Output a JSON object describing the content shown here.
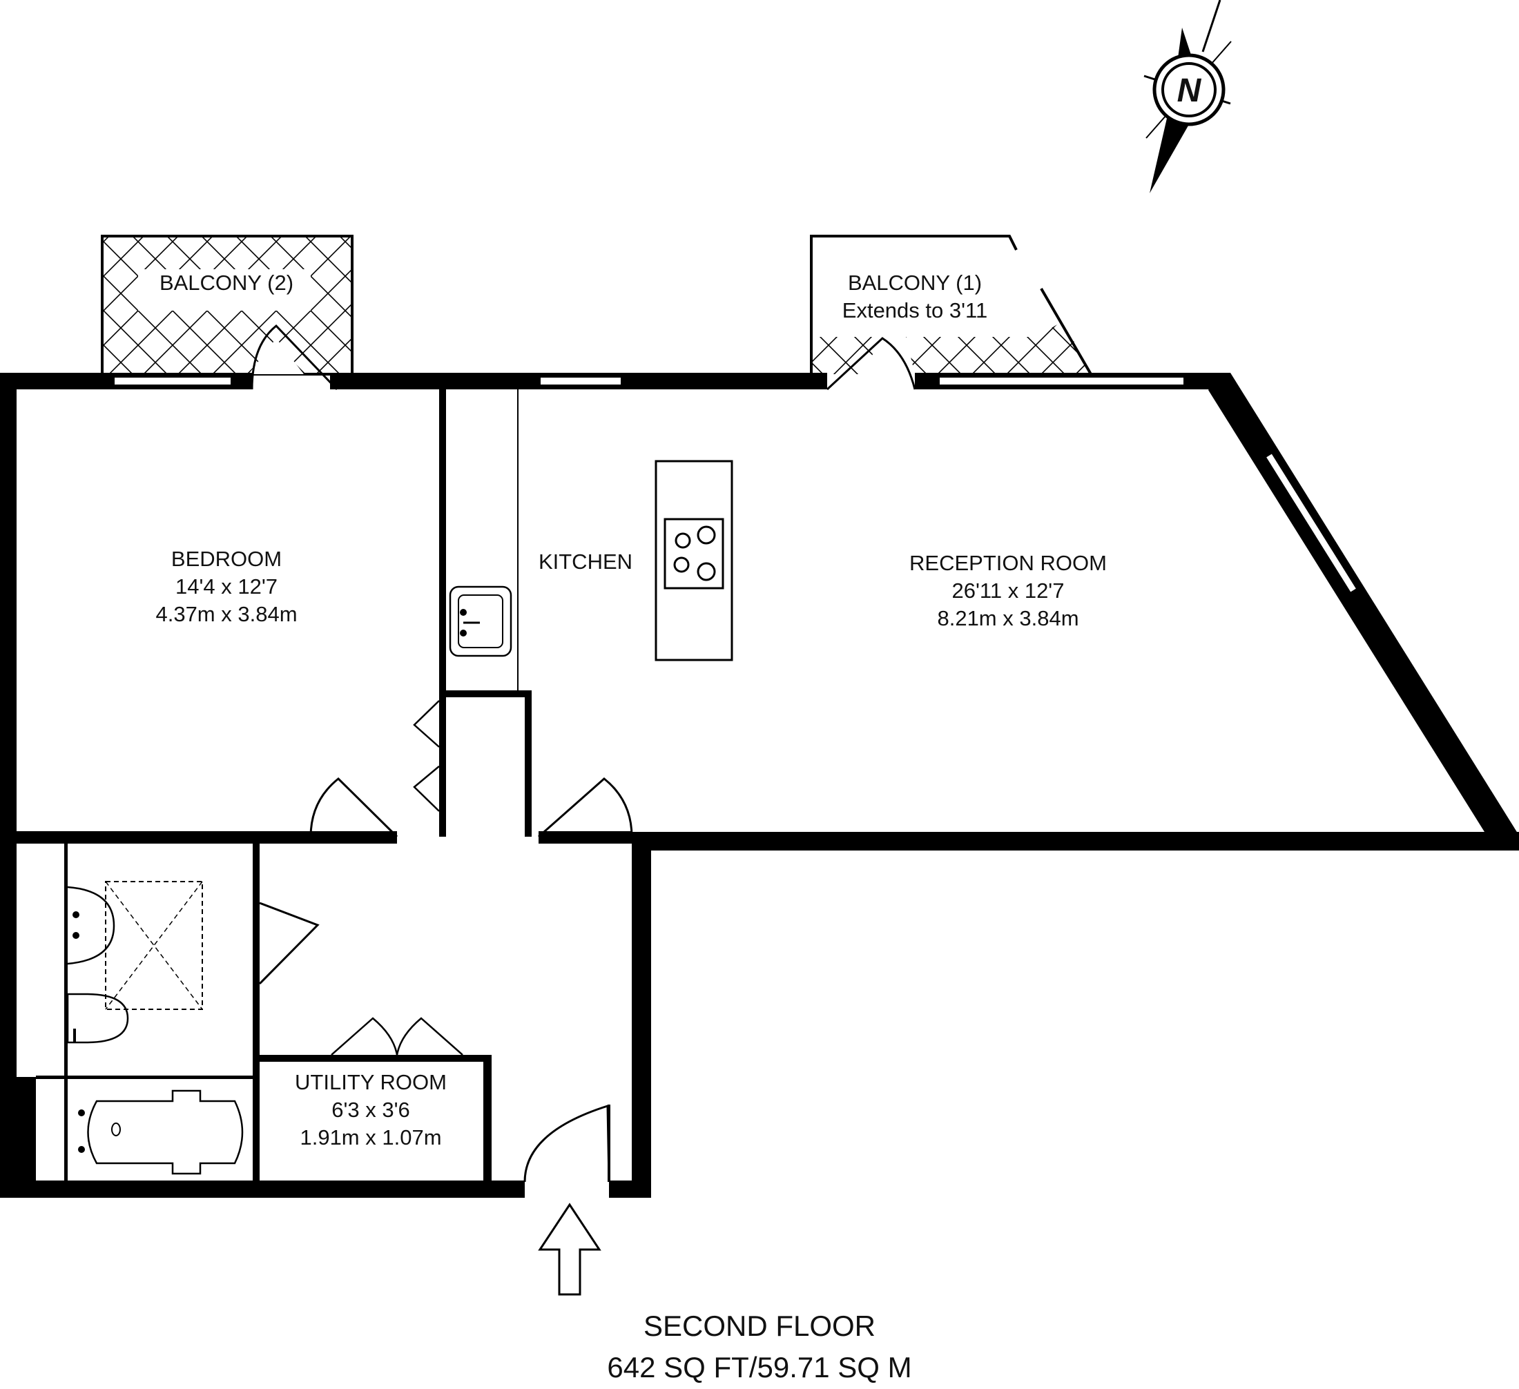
{
  "rooms": {
    "balcony_2": {
      "name": "BALCONY (2)"
    },
    "balcony_1": {
      "name": "BALCONY (1)",
      "note": "Extends to 3'11"
    },
    "bedroom": {
      "name": "BEDROOM",
      "imperial": "14'4 x 12'7",
      "metric": "4.37m x 3.84m"
    },
    "kitchen": {
      "name": "KITCHEN"
    },
    "reception": {
      "name": "RECEPTION ROOM",
      "imperial": "26'11 x 12'7",
      "metric": "8.21m x 3.84m"
    },
    "utility": {
      "name": "UTILITY ROOM",
      "imperial": "6'3 x 3'6",
      "metric": "1.91m x 1.07m"
    }
  },
  "floor": {
    "name": "SECOND FLOOR",
    "area": "642 SQ FT/59.71 SQ M"
  },
  "compass": {
    "letter": "N"
  },
  "colors": {
    "walls": "#000000",
    "background": "#ffffff"
  }
}
